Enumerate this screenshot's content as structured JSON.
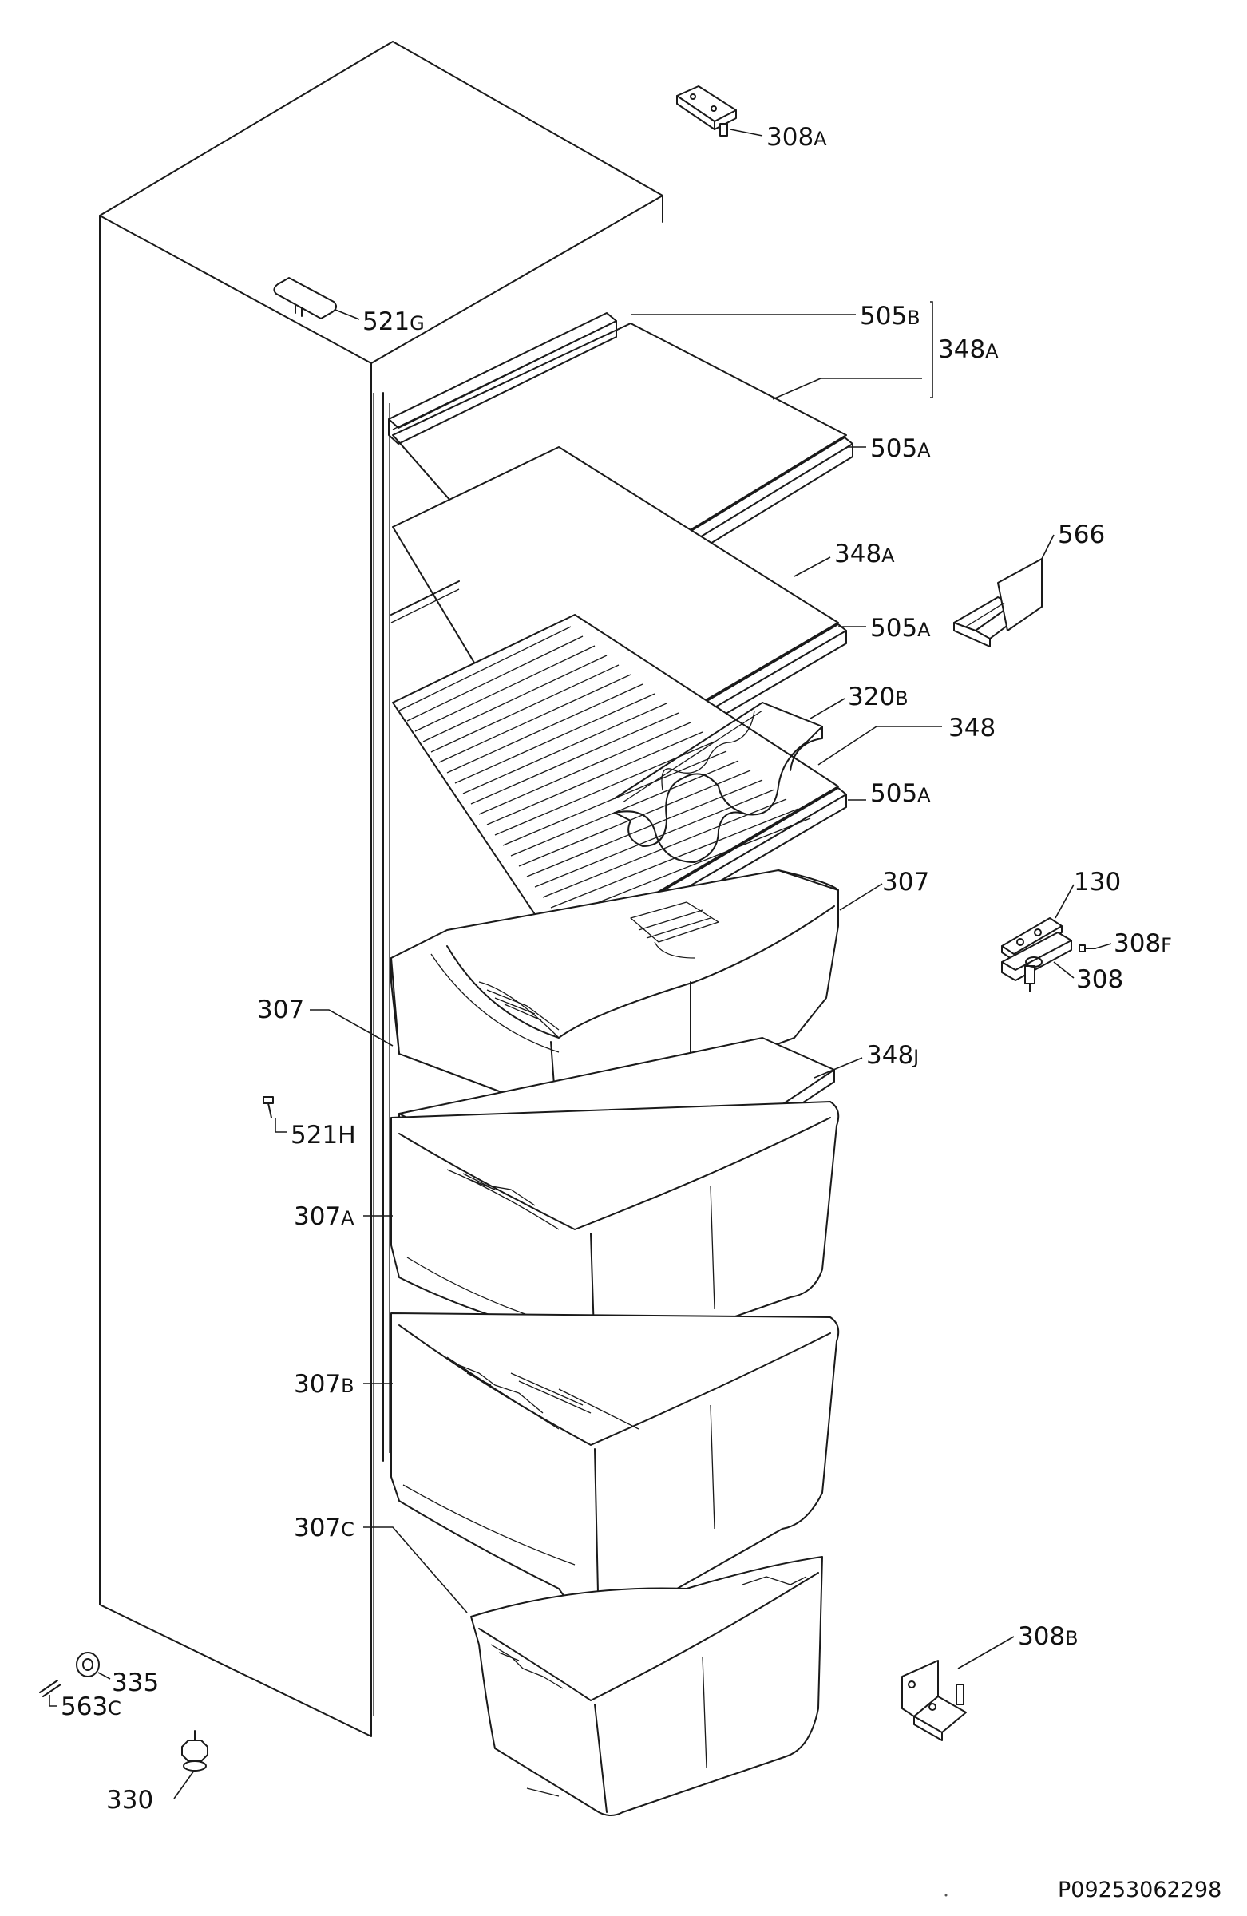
{
  "drawing_number": "P09253062298",
  "parts": [
    {
      "id": "308a",
      "code": "308",
      "suffix": "A"
    },
    {
      "id": "521g",
      "code": "521",
      "suffix": "G"
    },
    {
      "id": "505b",
      "code": "505",
      "suffix": "B"
    },
    {
      "id": "348a-group",
      "code": "348",
      "suffix": "A"
    },
    {
      "id": "505a-1",
      "code": "505",
      "suffix": "A"
    },
    {
      "id": "566",
      "code": "566",
      "suffix": ""
    },
    {
      "id": "348a",
      "code": "348",
      "suffix": "A"
    },
    {
      "id": "505a-2",
      "code": "505",
      "suffix": "A"
    },
    {
      "id": "320b",
      "code": "320",
      "suffix": "B"
    },
    {
      "id": "348",
      "code": "348",
      "suffix": ""
    },
    {
      "id": "505a-3",
      "code": "505",
      "suffix": "A"
    },
    {
      "id": "307-right",
      "code": "307",
      "suffix": ""
    },
    {
      "id": "130",
      "code": "130",
      "suffix": ""
    },
    {
      "id": "308f",
      "code": "308",
      "suffix": "F"
    },
    {
      "id": "308",
      "code": "308",
      "suffix": ""
    },
    {
      "id": "307-left",
      "code": "307",
      "suffix": ""
    },
    {
      "id": "348j",
      "code": "348",
      "suffix": "J"
    },
    {
      "id": "521h",
      "code": "521",
      "suffix": "H"
    },
    {
      "id": "307a",
      "code": "307",
      "suffix": "A"
    },
    {
      "id": "307b",
      "code": "307",
      "suffix": "B"
    },
    {
      "id": "307c",
      "code": "307",
      "suffix": "C"
    },
    {
      "id": "308b",
      "code": "308",
      "suffix": "B"
    },
    {
      "id": "335",
      "code": "335",
      "suffix": ""
    },
    {
      "id": "563c",
      "code": "563",
      "suffix": "C"
    },
    {
      "id": "330",
      "code": "330",
      "suffix": ""
    }
  ]
}
